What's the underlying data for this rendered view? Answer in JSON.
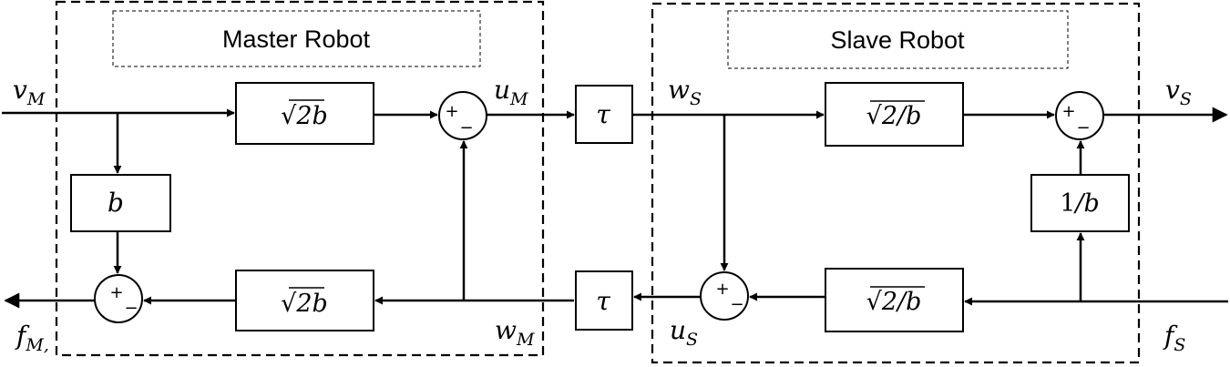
{
  "master": {
    "title": "Master Robot"
  },
  "slave": {
    "title": "Slave Robot"
  },
  "blocks": {
    "master_fwd": {
      "radical": "√",
      "expr": "2b"
    },
    "master_bwd": {
      "radical": "√",
      "expr": "2b"
    },
    "master_b": {
      "expr": "b"
    },
    "delay_fwd": {
      "expr": "τ"
    },
    "delay_bwd": {
      "expr": "τ"
    },
    "slave_fwd": {
      "radical": "√",
      "expr": "2/b"
    },
    "slave_bwd": {
      "radical": "√",
      "expr": "2/b"
    },
    "slave_inv": {
      "num": "1",
      "expr": "/b"
    }
  },
  "summers": {
    "master_top": {
      "plus": "+",
      "minus": "−"
    },
    "master_bottom": {
      "plus": "+",
      "minus": "−"
    },
    "slave_top": {
      "plus": "+",
      "minus": "−"
    },
    "slave_bottom": {
      "plus": "+",
      "minus": "−"
    }
  },
  "signals": {
    "vM": {
      "base": "v",
      "sub": "M"
    },
    "uM": {
      "base": "u",
      "sub": "M"
    },
    "wS": {
      "base": "w",
      "sub": "S"
    },
    "vS": {
      "base": "v",
      "sub": "S"
    },
    "fM": {
      "base": "f",
      "sub": "M,",
      "sub_note": ""
    },
    "wM": {
      "base": "w",
      "sub": "M"
    },
    "uS": {
      "base": "u",
      "sub": "S"
    },
    "fS": {
      "base": "f",
      "sub": "S"
    }
  }
}
